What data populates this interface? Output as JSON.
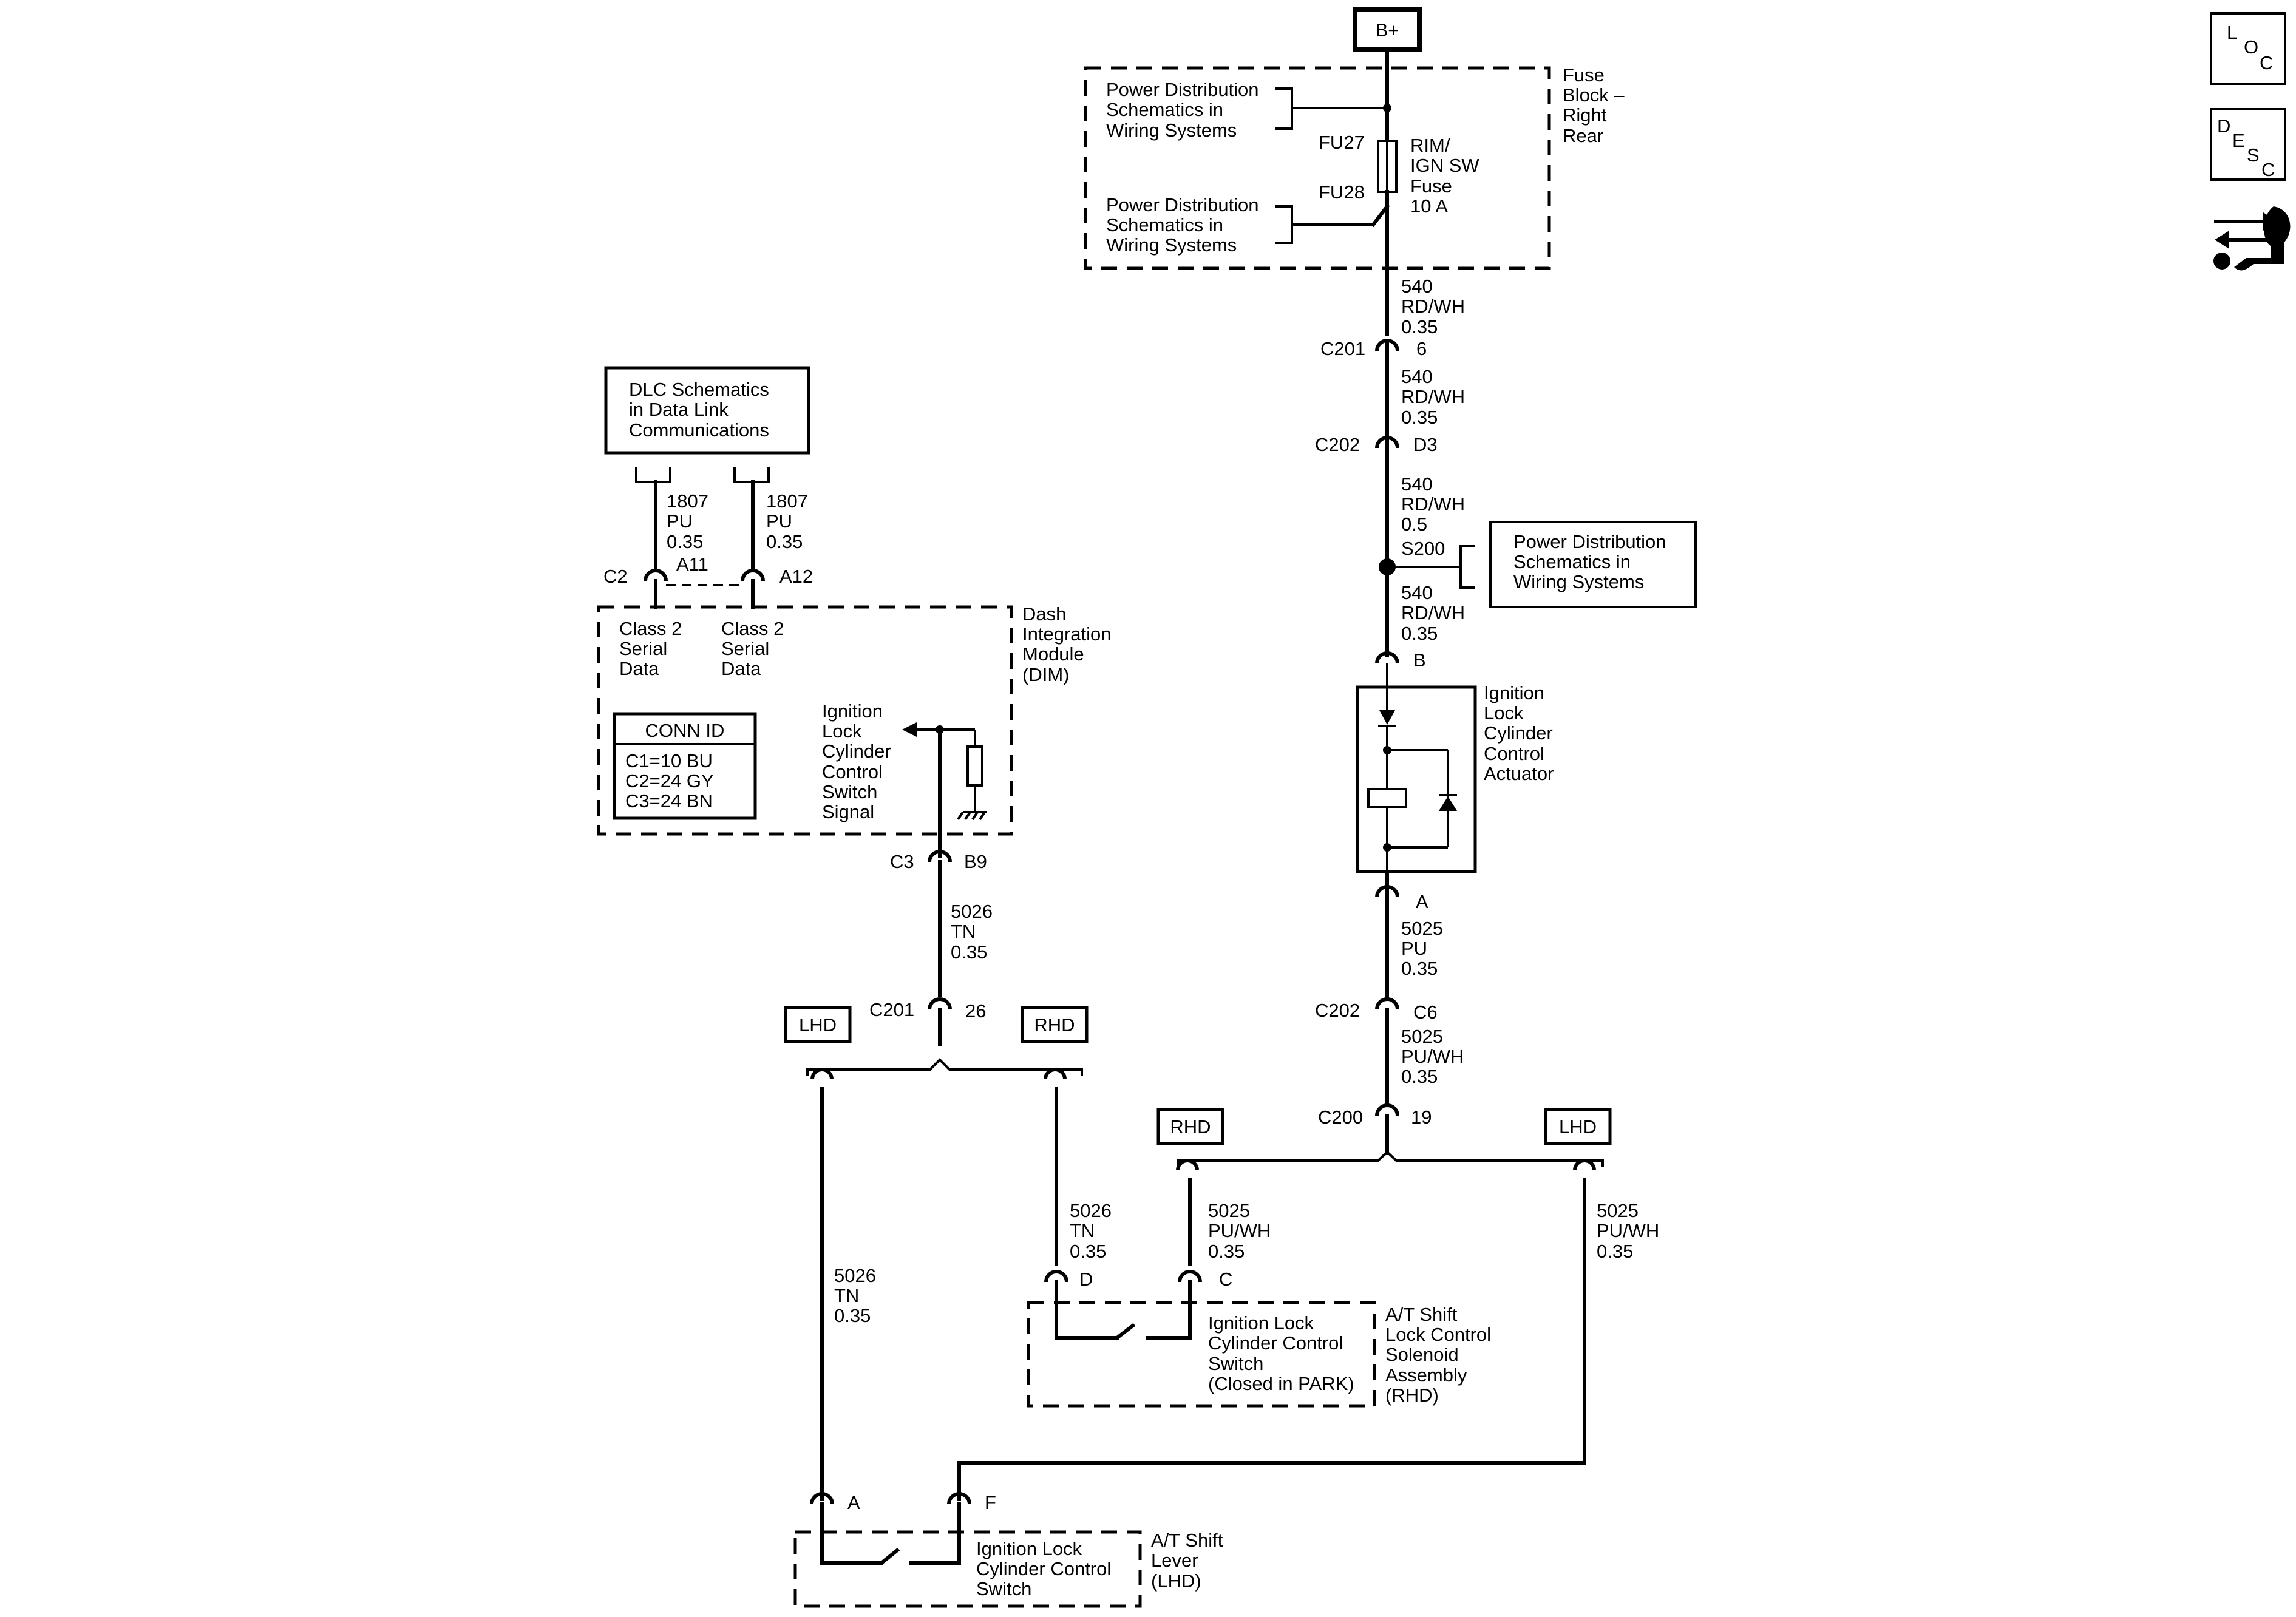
{
  "power": {
    "b_plus": "B+"
  },
  "side_icons": {
    "loc": [
      "L",
      "O",
      "C"
    ],
    "desc": [
      "D",
      "E",
      "S",
      "C"
    ],
    "tool_icon": "wrench-arrows-icon"
  },
  "fuse_block": {
    "power_dist_top": [
      "Power Distribution",
      "Schematics in",
      "Wiring Systems"
    ],
    "power_dist_bottom": [
      "Power Distribution",
      "Schematics in",
      "Wiring Systems"
    ],
    "fu27": "FU27",
    "fu28": "FU28",
    "fuse_label": [
      "RIM/",
      "IGN SW",
      "Fuse",
      "10 A"
    ],
    "block_label": [
      "Fuse",
      "Block –",
      "Right",
      "Rear"
    ]
  },
  "right_chain": {
    "w1": [
      "540",
      "RD/WH",
      "0.35"
    ],
    "c201": "C201",
    "c201_pin": "6",
    "w2": [
      "540",
      "RD/WH",
      "0.35"
    ],
    "c202a": "C202",
    "c202a_pin": "D3",
    "w3": [
      "540",
      "RD/WH",
      "0.5"
    ],
    "splice": "S200",
    "power_dist_s200": [
      "Power Distribution",
      "Schematics in",
      "Wiring Systems"
    ],
    "w4": [
      "540",
      "RD/WH",
      "0.35"
    ],
    "actuator_pin_b": "B",
    "actuator_label": [
      "Ignition",
      "Lock",
      "Cylinder",
      "Control",
      "Actuator"
    ],
    "actuator_pin_a": "A",
    "w5": [
      "5025",
      "PU",
      "0.35"
    ],
    "c202b": "C202",
    "c202b_pin": "C6",
    "w6": [
      "5025",
      "PU/WH",
      "0.35"
    ],
    "c200": "C200",
    "c200_pin": "19",
    "rhd_tag": "RHD",
    "lhd_tag": "LHD",
    "w7": [
      "5025",
      "PU/WH",
      "0.35"
    ],
    "w8": [
      "5025",
      "PU/WH",
      "0.35"
    ]
  },
  "dlc": {
    "box": [
      "DLC Schematics",
      "in Data Link",
      "Communications"
    ],
    "wire_left": [
      "1807",
      "PU",
      "0.35"
    ],
    "wire_right": [
      "1807",
      "PU",
      "0.35"
    ],
    "c2": "C2",
    "a11": "A11",
    "a12": "A12"
  },
  "dim": {
    "label": [
      "Dash",
      "Integration",
      "Module",
      "(DIM)"
    ],
    "class2_left": [
      "Class 2",
      "Serial",
      "Data"
    ],
    "class2_right": [
      "Class 2",
      "Serial",
      "Data"
    ],
    "conn_id_title": "CONN ID",
    "conn_id_rows": [
      "C1=10 BU",
      "C2=24 GY",
      "C3=24 BN"
    ],
    "signal_label": [
      "Ignition",
      "Lock",
      "Cylinder",
      "Control",
      "Switch",
      "Signal"
    ],
    "c3": "C3",
    "b9": "B9"
  },
  "left_chain": {
    "w1": [
      "5026",
      "TN",
      "0.35"
    ],
    "c201": "C201",
    "c201_pin": "26",
    "lhd_tag": "LHD",
    "rhd_tag": "RHD",
    "w_rhd": [
      "5026",
      "TN",
      "0.35"
    ],
    "w_lhd": [
      "5026",
      "TN",
      "0.35"
    ]
  },
  "rhd_solenoid": {
    "pin_d": "D",
    "pin_c": "C",
    "switch_label": [
      "Ignition Lock",
      "Cylinder Control",
      "Switch",
      "(Closed in PARK)"
    ],
    "assembly_label": [
      "A/T Shift",
      "Lock Control",
      "Solenoid",
      "Assembly",
      "(RHD)"
    ]
  },
  "lhd_lever": {
    "pin_a": "A",
    "pin_f": "F",
    "switch_label": [
      "Ignition Lock",
      "Cylinder Control",
      "Switch"
    ],
    "lever_label": [
      "A/T Shift",
      "Lever",
      "(LHD)"
    ]
  }
}
